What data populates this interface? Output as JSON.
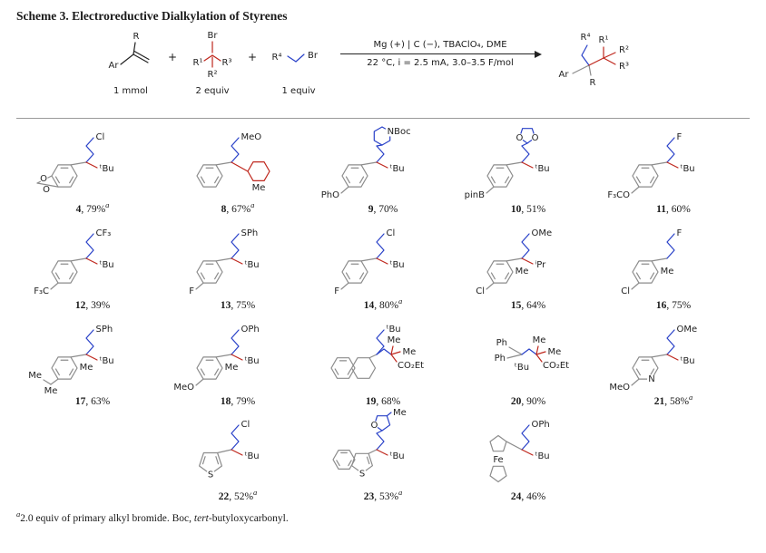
{
  "title": "Scheme 3. Electroreductive Dialkylation of Styrenes",
  "colors": {
    "blue": "#2840c8",
    "red": "#bf271d",
    "gray": "#8c8c8c"
  },
  "caption_sep": ", ",
  "scheme": {
    "styrene": {
      "ar": "Ar",
      "r": "R",
      "amount": "1 mmol"
    },
    "tert_bromide": {
      "br": "Br",
      "r1": "R¹",
      "r2": "R²",
      "r3": "R³",
      "amount": "2 equiv"
    },
    "prim_bromide": {
      "r4": "R⁴",
      "br": "Br",
      "amount": "1 equiv"
    },
    "plus": "+",
    "conditions_top": "Mg (+) | C (−), TBAClO₄, DME",
    "conditions_bottom": "22 °C, i = 2.5 mA, 3.0–3.5 F/mol",
    "product": {
      "ar": "Ar",
      "r": "R",
      "r1": "R¹",
      "r2": "R²",
      "r3": "R³",
      "r4": "R⁴"
    }
  },
  "compounds": [
    {
      "num": "4",
      "yield": "79%",
      "sup": "a",
      "ring": "benzodioxole",
      "blue": "Cl",
      "red_a": "ᵗBu"
    },
    {
      "num": "8",
      "yield": "67%",
      "sup": "a",
      "ring": "benzene",
      "blue": "MeO",
      "red_ring": true,
      "red_a": "Me"
    },
    {
      "num": "9",
      "yield": "70%",
      "sup": "",
      "ring": "benzene",
      "aryl": "PhO",
      "blue_ring": "piperidine",
      "blue_ring_label": "NBoc",
      "red_a": "ᵗBu"
    },
    {
      "num": "10",
      "yield": "51%",
      "sup": "",
      "ring": "benzene",
      "aryl": "pinB",
      "blue_ring": "dioxolane",
      "blue_ring_label": "O",
      "blue_ring_label2": "O",
      "red_a": "ᵗBu"
    },
    {
      "num": "11",
      "yield": "60%",
      "sup": "",
      "ring": "benzene",
      "aryl": "F₃CO",
      "blue": "F",
      "red_a": "ᵗBu"
    },
    {
      "num": "12",
      "yield": "39%",
      "sup": "",
      "ring": "benzene",
      "aryl": "F₃C",
      "blue": "CF₃",
      "red_a": "ᵗBu"
    },
    {
      "num": "13",
      "yield": "75%",
      "sup": "",
      "ring": "benzene",
      "aryl": "F",
      "blue": "SPh",
      "red_a": "ᵗBu"
    },
    {
      "num": "14",
      "yield": "80%",
      "sup": "a",
      "ring": "benzene",
      "aryl": "F",
      "blue": "Cl",
      "red_a": "ᵗBu"
    },
    {
      "num": "15",
      "yield": "64%",
      "sup": "",
      "ring": "benzene",
      "aryl": "Cl",
      "blue": "OMe",
      "red_a": "ⁱPr",
      "red_b": "Me"
    },
    {
      "num": "16",
      "yield": "75%",
      "sup": "",
      "ring": "benzene",
      "aryl": "Cl",
      "blue": "F",
      "red_b": "Me"
    },
    {
      "num": "17",
      "yield": "63%",
      "sup": "",
      "ring": "benzene",
      "aryl": "Me",
      "aryl2": "Me",
      "blue": "SPh",
      "red_a": "ᵗBu",
      "red_b": "Me"
    },
    {
      "num": "18",
      "yield": "79%",
      "sup": "",
      "ring": "benzene",
      "aryl": "MeO",
      "blue": "OPh",
      "red_a": "ᵗBu",
      "red_b": "Me"
    },
    {
      "num": "19",
      "yield": "68%",
      "sup": "",
      "ring": "tetralin",
      "blue": "ᵗBu",
      "chain_blue_right": true,
      "red_a": "Me",
      "red_c": "Me",
      "red_d": "CO₂Et"
    },
    {
      "num": "20",
      "yield": "90%",
      "sup": "",
      "ring": "none",
      "aryl": "Ph",
      "aryl2": "Ph",
      "chain_blue_right": true,
      "red_b": "ᵗBu",
      "red_a": "Me",
      "red_c": "Me",
      "red_d": "CO₂Et"
    },
    {
      "num": "21",
      "yield": "58%",
      "sup": "a",
      "ring": "pyridine",
      "ring_label": "N",
      "aryl": "MeO",
      "blue": "OMe",
      "red_a": "ᵗBu"
    },
    {
      "num": "22",
      "yield": "52%",
      "sup": "a",
      "ring": "thiophene",
      "ring_label": "S",
      "blue": "Cl",
      "red_a": "ᵗBu"
    },
    {
      "num": "23",
      "yield": "53%",
      "sup": "a",
      "ring": "benzothiophene",
      "ring_label": "S",
      "blue_ring": "furan",
      "blue_ring_label": "O",
      "blue_ring_label2": "Me",
      "red_a": "ᵗBu"
    },
    {
      "num": "24",
      "yield": "46%",
      "sup": "",
      "ring": "ferrocene",
      "ring_label": "Fe",
      "blue": "OPh",
      "red_a": "ᵗBu"
    }
  ],
  "footnote": {
    "marker": "a",
    "text1": "2.0 equiv of primary alkyl bromide. Boc, ",
    "italic": "tert",
    "text2": "-butyloxycarbonyl."
  }
}
